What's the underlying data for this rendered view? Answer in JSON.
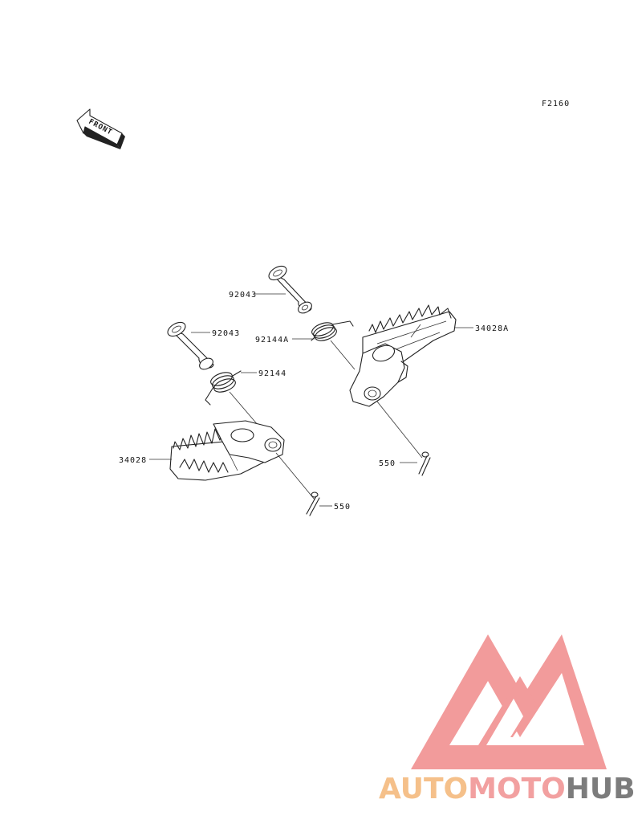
{
  "figure_code": "F2160",
  "front_arrow_text": "FRONT",
  "callouts": {
    "pin_right": "92043",
    "pin_left": "92043",
    "spring_right": "92144A",
    "spring_left": "92144",
    "footpeg_right": "34028A",
    "footpeg_left": "34028",
    "cotter_right": "550",
    "cotter_left": "550"
  },
  "watermark": {
    "part1": "AUTO",
    "part2": "MOTO",
    "part3": "HUB",
    "colors": {
      "auto": "#f5c08a",
      "moto": "#f2a0a0",
      "hub": "#7c7c7c",
      "logo": "#f08a8a"
    }
  }
}
